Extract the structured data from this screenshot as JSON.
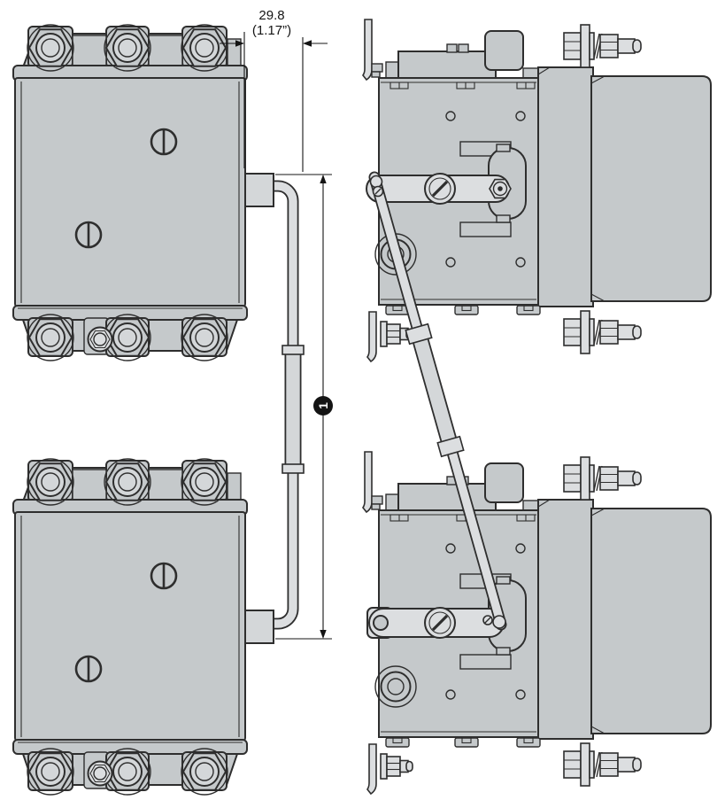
{
  "annotations": {
    "dim_width_mm": "29.8",
    "dim_width_in": "(1.17”)",
    "callout_balloon": "1"
  },
  "colors": {
    "outline": "#2e2e2e",
    "body_fill": "#c5c9cb",
    "component_fill": "#dcdee0",
    "block_fill": "#d4d7d9",
    "background": "#ffffff",
    "callout_bg": "#141414",
    "callout_text": "#ffffff"
  }
}
